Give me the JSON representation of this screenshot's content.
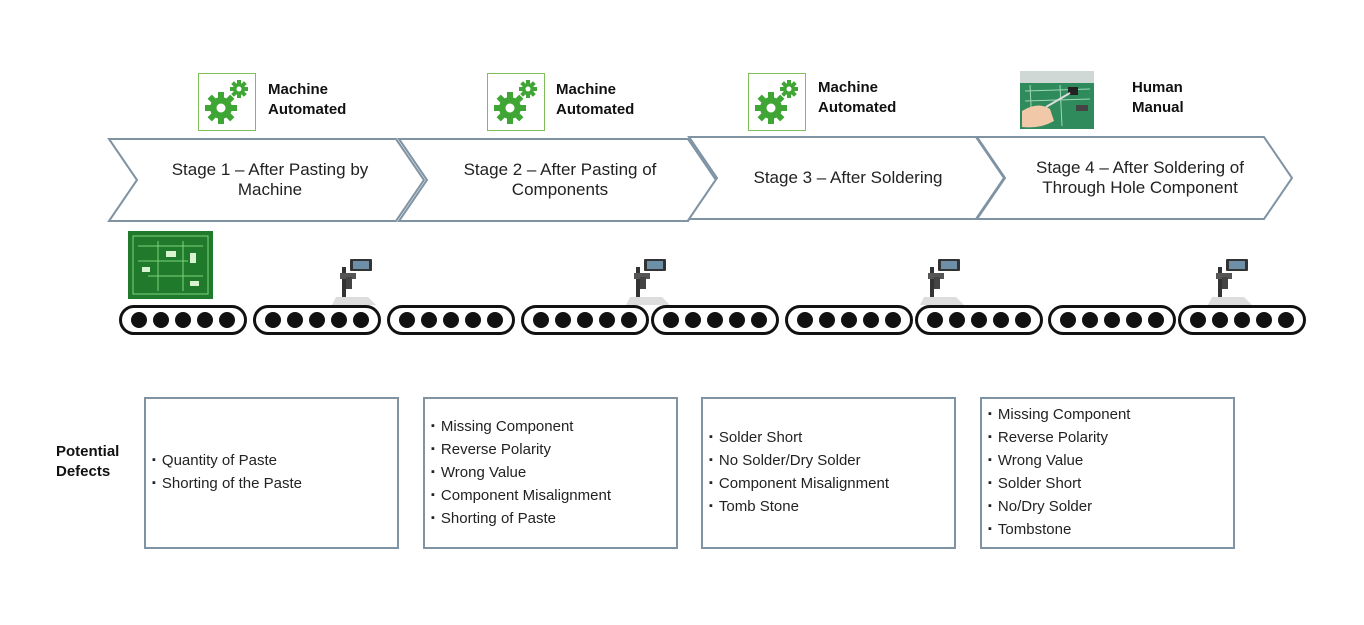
{
  "stages": [
    {
      "type_label_1": "Machine",
      "type_label_2": "Automated",
      "icon": "gear-icon",
      "title": "Stage 1 – After Pasting by Machine",
      "defects": [
        "Quantity of Paste",
        "Shorting of the Paste"
      ]
    },
    {
      "type_label_1": "Machine",
      "type_label_2": "Automated",
      "icon": "gear-icon",
      "title": "Stage 2 – After Pasting of Components",
      "defects": [
        "Missing Component",
        "Reverse Polarity",
        "Wrong Value",
        "Component Misalignment",
        "Shorting of Paste"
      ]
    },
    {
      "type_label_1": "Machine",
      "type_label_2": "Automated",
      "icon": "gear-icon",
      "title": "Stage 3 – After Soldering",
      "defects": [
        "Solder Short",
        "No Solder/Dry Solder",
        "Component Misalignment",
        "Tomb Stone"
      ]
    },
    {
      "type_label_1": "Human",
      "type_label_2": "Manual",
      "icon": "hand-soldering-photo",
      "title": "Stage 4 – After Soldering of Through Hole Component",
      "defects": [
        "Missing Component",
        "Reverse Polarity",
        "Wrong Value",
        "Solder Short",
        "No/Dry Solder",
        "Tombstone"
      ]
    }
  ],
  "potential_defects_label_1": "Potential",
  "potential_defects_label_2": "Defects",
  "colors": {
    "gear_green": "#3fa535",
    "arrow_border": "#7f93a3",
    "pcb_green": "#1f7a2c"
  }
}
